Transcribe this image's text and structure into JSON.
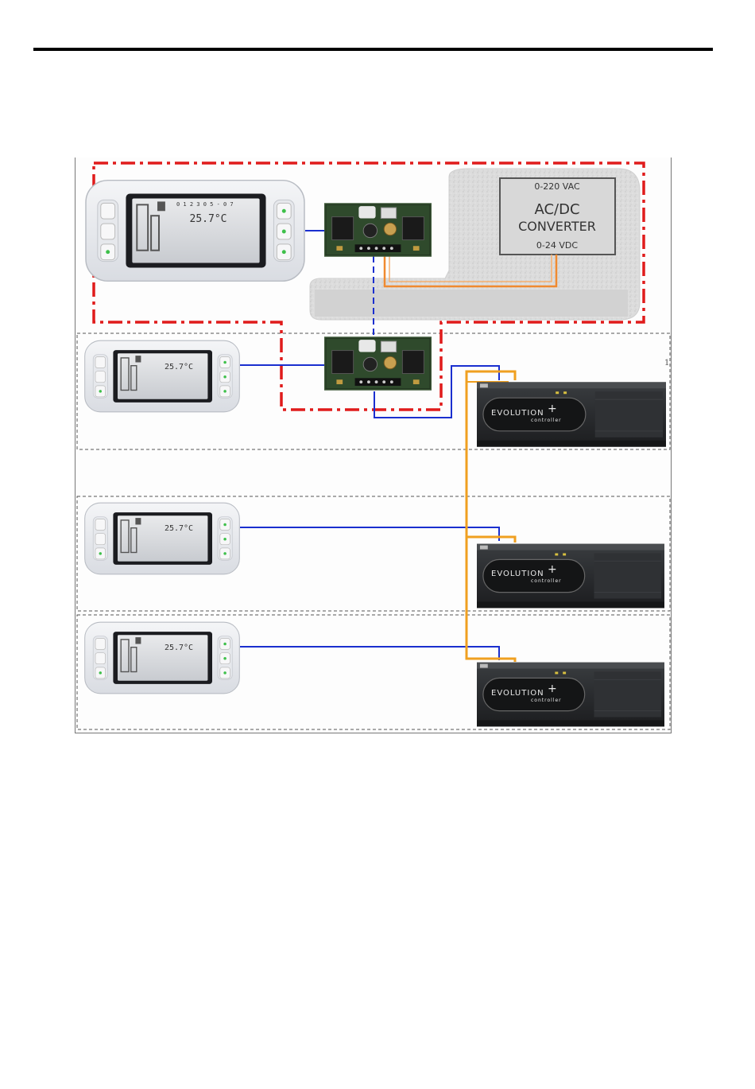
{
  "converter": {
    "input_label": "0-220 VAC",
    "title_line1": "AC/DC",
    "title_line2": "CONVERTER",
    "output_label": "0-24 VDC"
  },
  "terminal_display": {
    "temperature": "25.7°C",
    "temperature_short": "25.7°C",
    "clock": "0 1 2 3  0 5 - 0 7"
  },
  "controller": {
    "brand": "EVOLUTION",
    "sub": "controller",
    "plus": "+"
  },
  "frame_marker": "1",
  "colors": {
    "power_zone_border": "#e01b1b",
    "serial_line": "#1a2fcf",
    "power_line": "#f0a020",
    "converter_line": "#f08a30"
  }
}
